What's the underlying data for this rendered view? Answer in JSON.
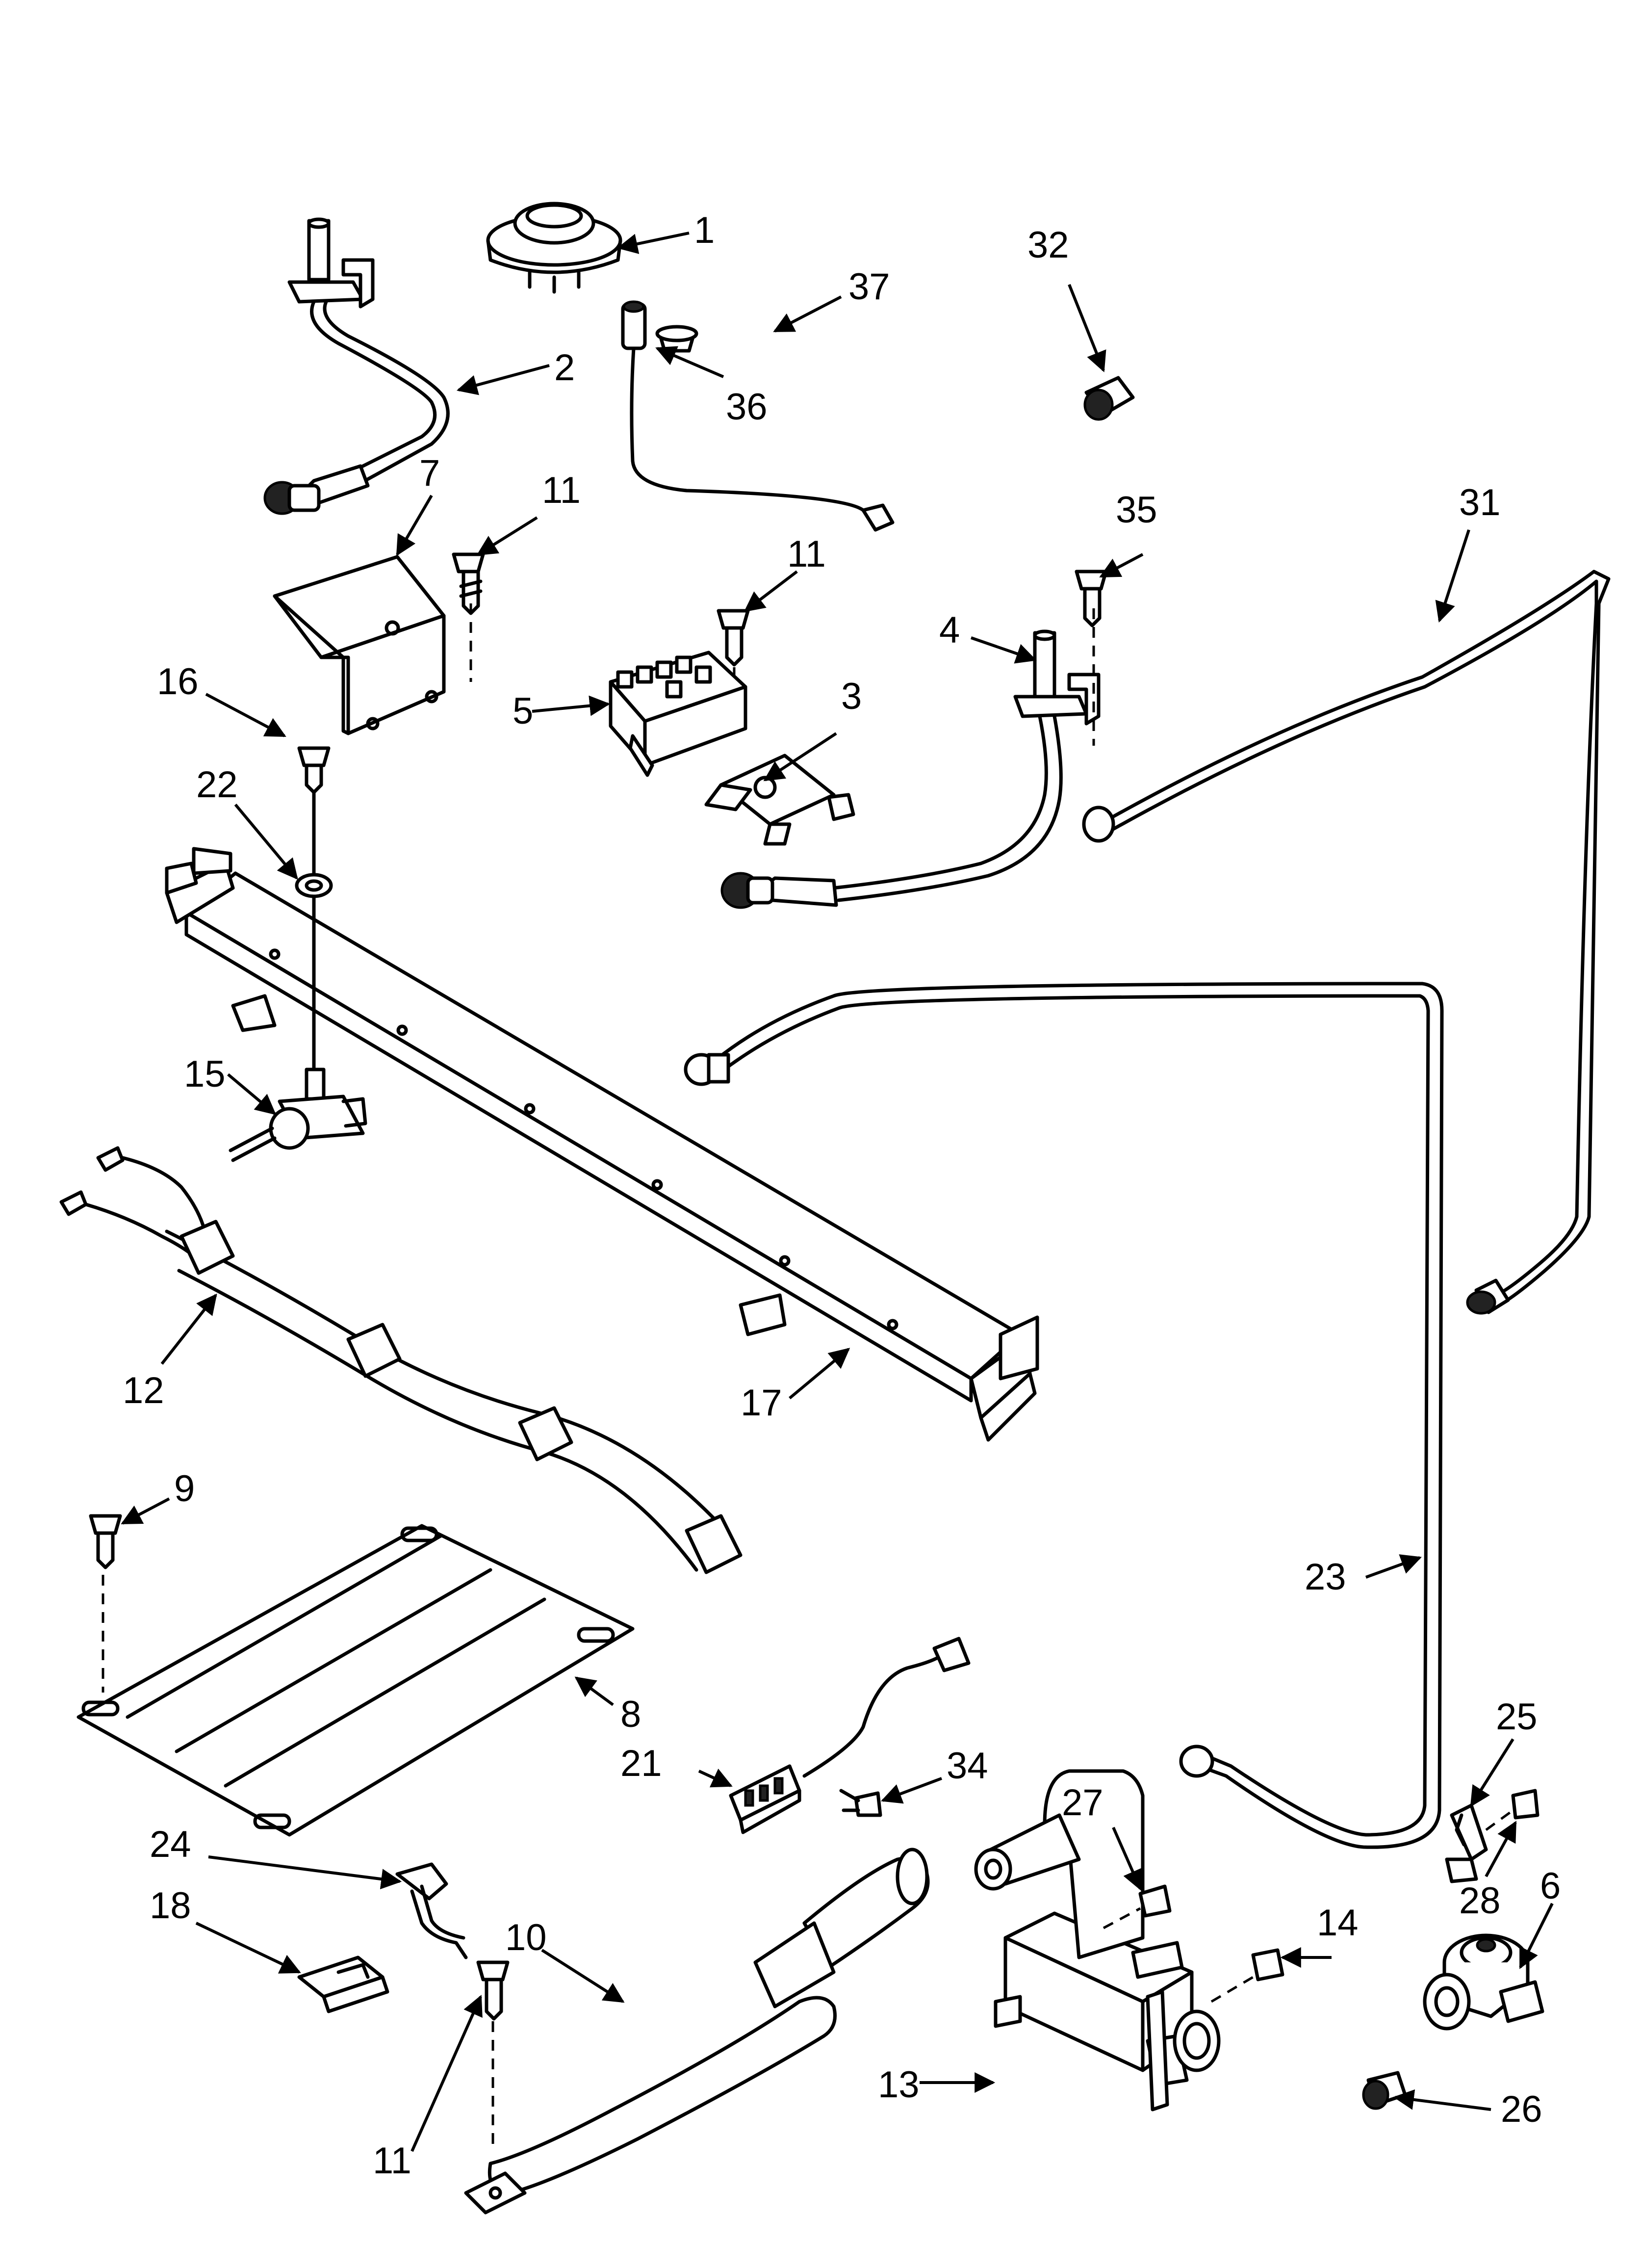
{
  "diagram": {
    "callouts": [
      {
        "id": "1",
        "label": "1"
      },
      {
        "id": "2",
        "label": "2"
      },
      {
        "id": "3",
        "label": "3"
      },
      {
        "id": "4",
        "label": "4"
      },
      {
        "id": "5",
        "label": "5"
      },
      {
        "id": "6",
        "label": "6"
      },
      {
        "id": "7",
        "label": "7"
      },
      {
        "id": "8",
        "label": "8"
      },
      {
        "id": "9",
        "label": "9"
      },
      {
        "id": "10",
        "label": "10"
      },
      {
        "id": "11a",
        "label": "11"
      },
      {
        "id": "11b",
        "label": "11"
      },
      {
        "id": "11c",
        "label": "11"
      },
      {
        "id": "12",
        "label": "12"
      },
      {
        "id": "13",
        "label": "13"
      },
      {
        "id": "14",
        "label": "14"
      },
      {
        "id": "15",
        "label": "15"
      },
      {
        "id": "16",
        "label": "16"
      },
      {
        "id": "17",
        "label": "17"
      },
      {
        "id": "18",
        "label": "18"
      },
      {
        "id": "21",
        "label": "21"
      },
      {
        "id": "22",
        "label": "22"
      },
      {
        "id": "23",
        "label": "23"
      },
      {
        "id": "24",
        "label": "24"
      },
      {
        "id": "25",
        "label": "25"
      },
      {
        "id": "26",
        "label": "26"
      },
      {
        "id": "27",
        "label": "27"
      },
      {
        "id": "28",
        "label": "28"
      },
      {
        "id": "31",
        "label": "31"
      },
      {
        "id": "32",
        "label": "32"
      },
      {
        "id": "34",
        "label": "34"
      },
      {
        "id": "35",
        "label": "35"
      },
      {
        "id": "36",
        "label": "36"
      },
      {
        "id": "37",
        "label": "37"
      }
    ]
  }
}
